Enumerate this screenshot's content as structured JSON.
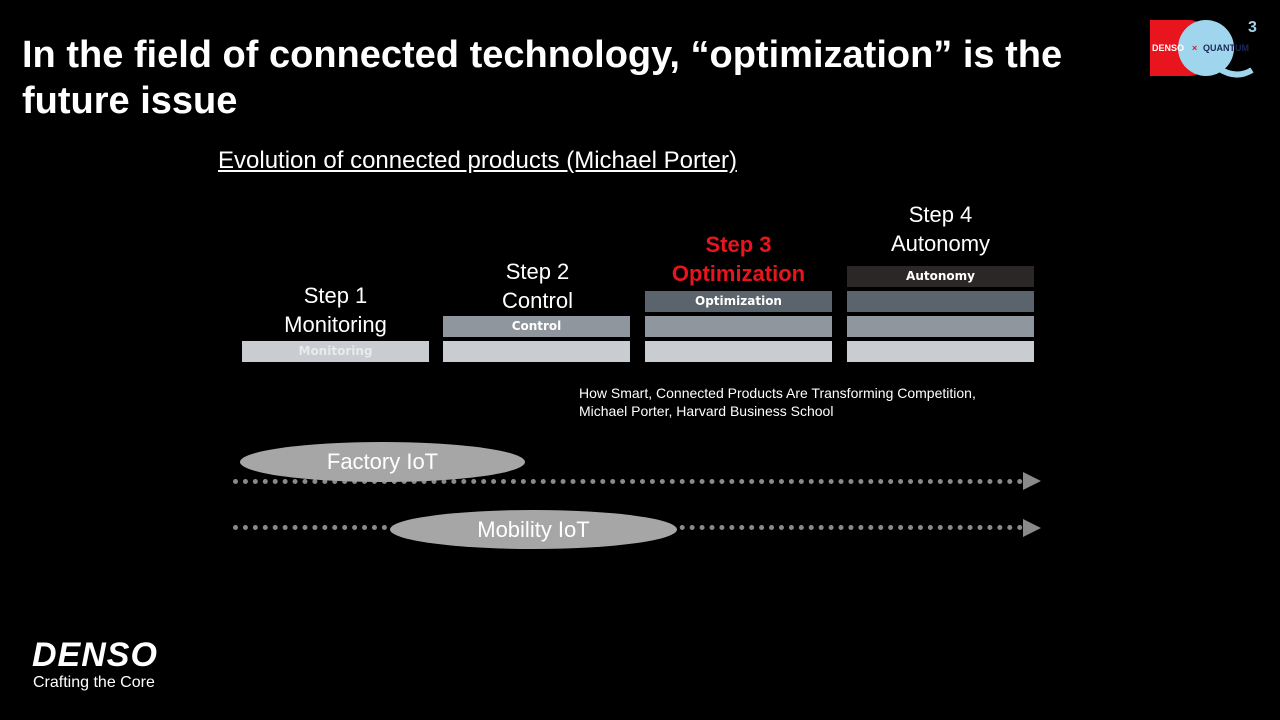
{
  "title": "In the field of connected technology, “optimization” is the future issue",
  "subtitle": "Evolution of connected products (Michael Porter)",
  "steps": [
    {
      "line1": "Step 1",
      "line2": "Monitoring",
      "bar_label": "Monitoring"
    },
    {
      "line1": "Step 2",
      "line2": "Control",
      "bar_label": "Control"
    },
    {
      "line1": "Step 3",
      "line2": "Optimization",
      "bar_label": "Optimization"
    },
    {
      "line1": "Step 4",
      "line2": "Autonomy",
      "bar_label": "Autonomy"
    }
  ],
  "highlight_color": "#e8141e",
  "citation": {
    "line1": "How Smart, Connected Products Are Transforming Competition,",
    "line2": "Michael Porter, Harvard Business School"
  },
  "timelines": [
    {
      "label": "Factory IoT"
    },
    {
      "label": "Mobility IoT"
    }
  ],
  "logo": {
    "left": "DENSO",
    "x": "×",
    "right": "QUANTUM",
    "superscript": "3"
  },
  "footer": {
    "brand": "DENSO",
    "tagline": "Crafting the Core"
  }
}
